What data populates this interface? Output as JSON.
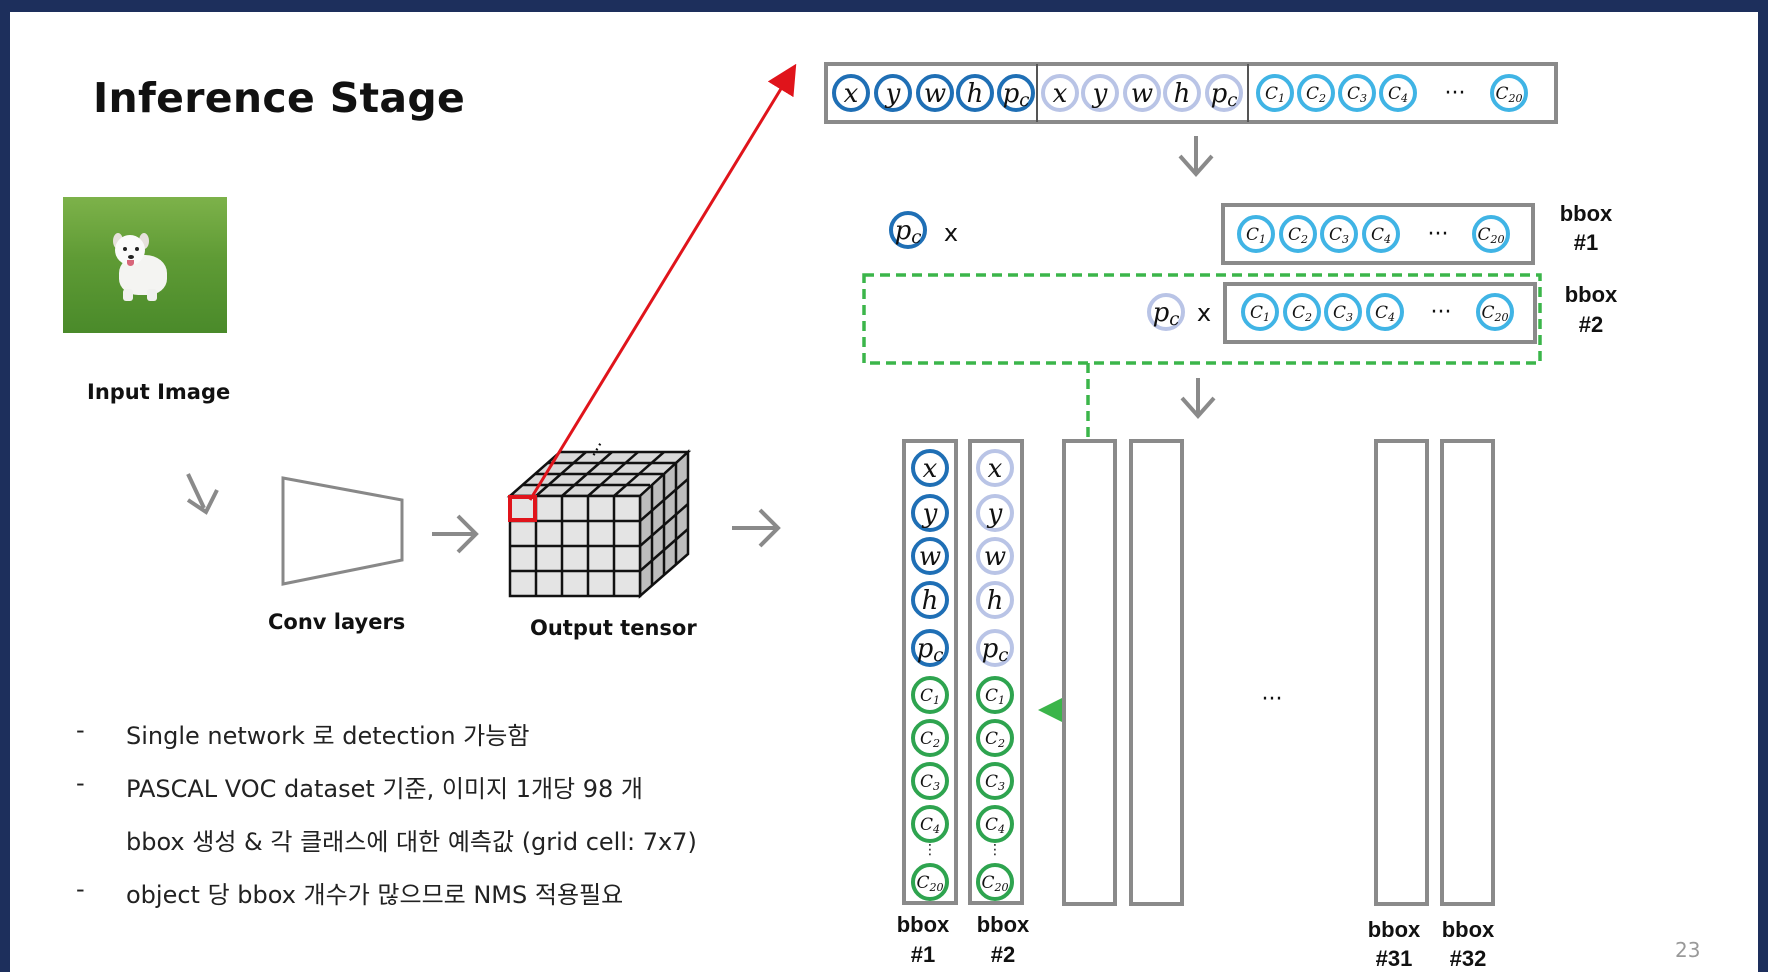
{
  "slide": {
    "title": "Inference Stage",
    "page_number": "23"
  },
  "labels": {
    "input_image": "Input Image",
    "conv_layers": "Conv layers",
    "output_tensor": "Output tensor",
    "multiply_sign": "x",
    "ellipsis": "···"
  },
  "vector_row": {
    "bbox1_fields": [
      "x",
      "y",
      "w",
      "h",
      "p_c"
    ],
    "bbox2_fields": [
      "x",
      "y",
      "w",
      "h",
      "p_c"
    ],
    "classes": [
      "C1",
      "C2",
      "C3",
      "C4",
      "C20"
    ]
  },
  "score_rows": [
    {
      "label_top": "bbox",
      "label_bottom": "#1"
    },
    {
      "label_top": "bbox",
      "label_bottom": "#2"
    }
  ],
  "columns": [
    {
      "label_top": "bbox",
      "label_bottom": "#1"
    },
    {
      "label_top": "bbox",
      "label_bottom": "#2"
    },
    {
      "label_top": "bbox",
      "label_bottom": "#31"
    },
    {
      "label_top": "bbox",
      "label_bottom": "#32"
    }
  ],
  "bullets": [
    "Single network 로 detection 가능함",
    "PASCAL VOC dataset 기준, 이미지 1개당 98 개",
    "bbox 생성 & 각 클래스에 대한 예측값 (grid cell: 7x7)",
    "object 당 bbox 개수가 많으므로 NMS 적용필요"
  ],
  "colors": {
    "bbox1_circle": "#1f6fb5",
    "bbox2_circle": "#b9c4e6",
    "class_circle": "#40b4e5",
    "column_class_circle": "#2ea44f",
    "highlight_red": "#e0141b",
    "dashed_green": "#3bb54a",
    "border_gray": "#8a8a8a",
    "frame_navy": "#1d2f5c"
  }
}
